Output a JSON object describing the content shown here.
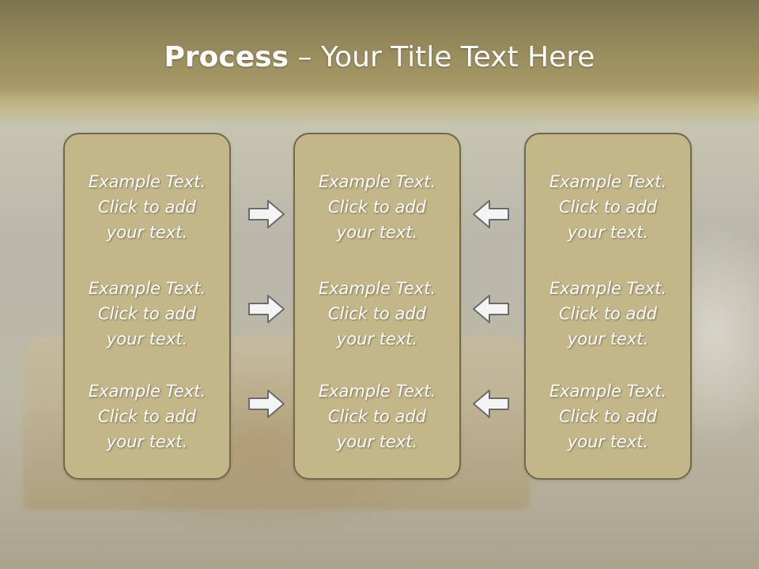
{
  "slide": {
    "title_bold": "Process",
    "title_rest": " – Your Title Text Here"
  },
  "columns": [
    {
      "items": [
        {
          "line1": "Example Text.",
          "line2": "Click  to add",
          "line3": "your text."
        },
        {
          "line1": "Example Text.",
          "line2": "Click  to add",
          "line3": "your text."
        },
        {
          "line1": "Example Text.",
          "line2": "Click  to add",
          "line3": "your text."
        }
      ]
    },
    {
      "items": [
        {
          "line1": "Example Text.",
          "line2": "Click  to add",
          "line3": "your text."
        },
        {
          "line1": "Example Text.",
          "line2": "Click  to add",
          "line3": "your text."
        },
        {
          "line1": "Example Text.",
          "line2": "Click  to add",
          "line3": "your text."
        }
      ]
    },
    {
      "items": [
        {
          "line1": "Example Text.",
          "line2": "Click  to add",
          "line3": "your text."
        },
        {
          "line1": "Example Text.",
          "line2": "Click  to add",
          "line3": "your text."
        },
        {
          "line1": "Example Text.",
          "line2": "Click  to add",
          "line3": "your text."
        }
      ]
    }
  ],
  "arrows": {
    "left_group_direction": "right",
    "right_group_direction": "left",
    "icon": "arrow-icon",
    "fill": "#f4f4f4",
    "stroke": "#6b6b6b"
  },
  "colors": {
    "panel_fill": "#c3b78a",
    "panel_border": "#6f6a4d",
    "title_text": "#ffffff"
  }
}
